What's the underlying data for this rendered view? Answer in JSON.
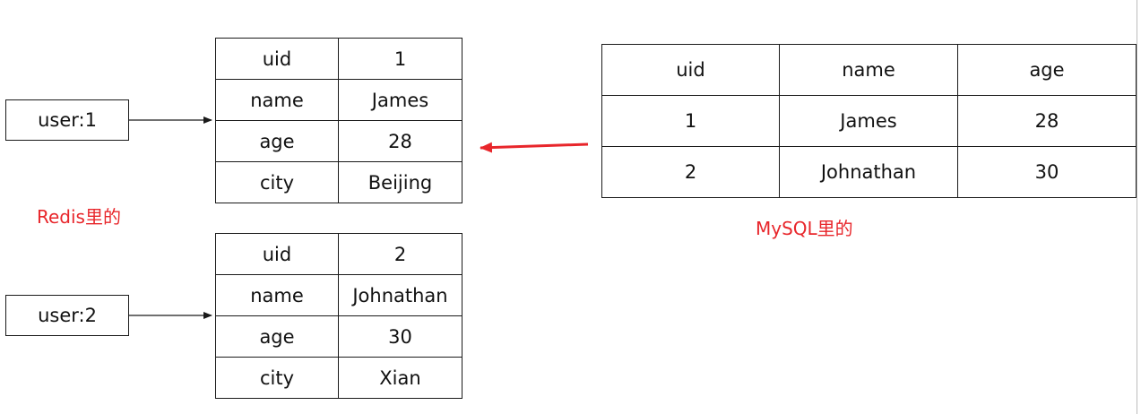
{
  "colors": {
    "caption": "#e8262b",
    "arrow_red": "#e8262b",
    "line": "#1a1a1a"
  },
  "redis": {
    "caption": "Redis里的",
    "entries": [
      {
        "key": "user:1",
        "fields": [
          {
            "field": "uid",
            "value": "1"
          },
          {
            "field": "name",
            "value": "James"
          },
          {
            "field": "age",
            "value": "28"
          },
          {
            "field": "city",
            "value": "Beijing"
          }
        ]
      },
      {
        "key": "user:2",
        "fields": [
          {
            "field": "uid",
            "value": "2"
          },
          {
            "field": "name",
            "value": "Johnathan"
          },
          {
            "field": "age",
            "value": "30"
          },
          {
            "field": "city",
            "value": "Xian"
          }
        ]
      }
    ]
  },
  "mysql": {
    "caption": "MySQL里的",
    "columns": [
      "uid",
      "name",
      "age"
    ],
    "rows": [
      [
        "1",
        "James",
        "28"
      ],
      [
        "2",
        "Johnathan",
        "30"
      ]
    ]
  }
}
